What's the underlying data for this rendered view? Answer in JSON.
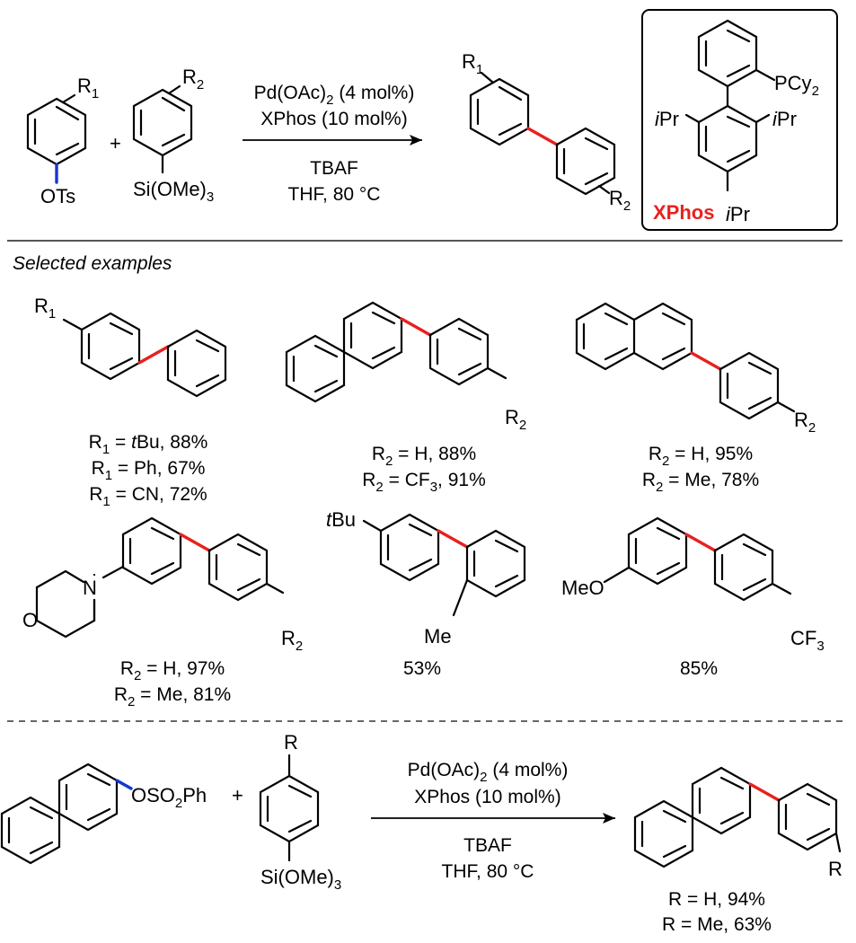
{
  "scheme_top": {
    "reactant1": {
      "substituent": "R",
      "substituent_sub": "1",
      "group": "OTs"
    },
    "plus": "+",
    "reactant2": {
      "substituent": "R",
      "substituent_sub": "2",
      "group_main": "Si(OMe)",
      "group_sub": "3"
    },
    "conditions": {
      "catalyst_main": "Pd(OAc)",
      "catalyst_sub": "2",
      "catalyst_rest": " (4 mol%)",
      "ligand": "XPhos (10 mol%)",
      "additive": "TBAF",
      "solvent": "THF,  80 °C"
    },
    "product": {
      "r1": "R",
      "r1_sub": "1",
      "r2": "R",
      "r2_sub": "2"
    }
  },
  "ligand_box": {
    "name": "XPhos",
    "pcy2_main": "PCy",
    "pcy2_sub": "2",
    "ipr_i": "i",
    "ipr_rest": "Pr"
  },
  "section_title": "Selected examples",
  "examples": [
    {
      "r1": "R",
      "r1_sub": "1",
      "yields": [
        {
          "pre": "R",
          "sub": "1",
          "mid": " = ",
          "ital": "t",
          "post": "Bu, 88%"
        },
        {
          "pre": "R",
          "sub": "1",
          "mid": " = ",
          "ital": "",
          "post": "Ph, 67%"
        },
        {
          "pre": "R",
          "sub": "1",
          "mid": " = ",
          "ital": "",
          "post": "CN, 72%"
        }
      ]
    },
    {
      "r2": "R",
      "r2_sub": "2",
      "yields": [
        {
          "pre": "R",
          "sub": "2",
          "mid": " = H, 88%"
        },
        {
          "pre": "R",
          "sub": "2",
          "mid": " = CF",
          "sub2": "3",
          "post": ", 91%"
        }
      ]
    },
    {
      "r2": "R",
      "r2_sub": "2",
      "yields": [
        {
          "pre": "R",
          "sub": "2",
          "mid": " = H, 95%"
        },
        {
          "pre": "R",
          "sub": "2",
          "mid": " = Me, 78%"
        }
      ]
    },
    {
      "n_label": "N",
      "o_label": "O",
      "r2": "R",
      "r2_sub": "2",
      "yields": [
        {
          "pre": "R",
          "sub": "2",
          "mid": " = H, 97%"
        },
        {
          "pre": "R",
          "sub": "2",
          "mid": " = Me, 81%"
        }
      ]
    },
    {
      "ital": "t",
      "tbu_rest": "Bu",
      "me": "Me",
      "yield": "53%"
    },
    {
      "meo": "MeO",
      "cf3_main": "CF",
      "cf3_sub": "3",
      "yield": "85%"
    }
  ],
  "scheme_bottom": {
    "reactant1_main": "OSO",
    "reactant1_sub": "2",
    "reactant1_rest": "Ph",
    "plus": "+",
    "reactant2": {
      "substituent": "R",
      "group_main": "Si(OMe)",
      "group_sub": "3"
    },
    "conditions": {
      "catalyst_main": "Pd(OAc)",
      "catalyst_sub": "2",
      "catalyst_rest": " (4 mol%)",
      "ligand": "XPhos (10 mol%)",
      "additive": "TBAF",
      "solvent": "THF,  80 °C"
    },
    "product_r": "R",
    "yields": [
      "R = H, 94%",
      "R = Me, 63%"
    ]
  }
}
